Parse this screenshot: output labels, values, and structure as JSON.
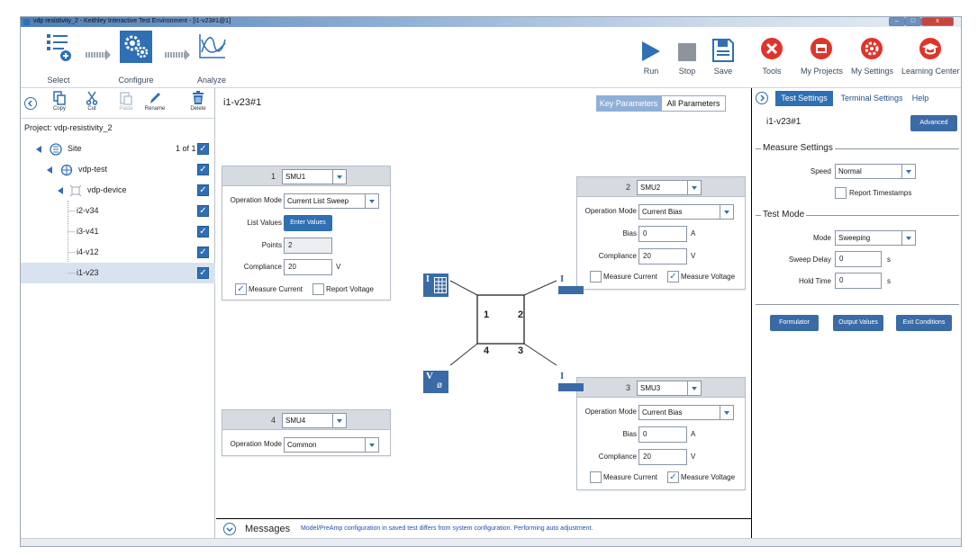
{
  "window": {
    "title": "vdp resistivity_2 - Keithley Interactive Test Environment - [i1-v23#1@1]",
    "min": "–",
    "max": "□",
    "close": "x"
  },
  "toolbar": {
    "select": "Select",
    "configure": "Configure",
    "analyze": "Analyze",
    "run": "Run",
    "stop": "Stop",
    "save": "Save",
    "tools": "Tools",
    "my_projects": "My Projects",
    "my_settings": "My Settings",
    "learning_center": "Learning Center"
  },
  "edit_tools": {
    "copy": "Copy",
    "cut": "Cut",
    "paste": "Paste",
    "rename": "Rename",
    "delete": "Delete"
  },
  "project": {
    "label": "Project: vdp-resistivity_2",
    "site": {
      "label": "Site",
      "count": "1 of 1"
    },
    "device_group": "vdp-test",
    "device": "vdp-device",
    "tests": [
      "i2-v34",
      "i3-v41",
      "i4-v12",
      "i1-v23"
    ]
  },
  "center": {
    "title": "i1-v23#1",
    "tab_key": "Key Parameters",
    "tab_all": "All Parameters",
    "smu1": {
      "num": "1",
      "instrument": "SMU1",
      "mode_label": "Operation Mode",
      "mode": "Current List Sweep",
      "list_label": "List Values",
      "enter_values": "Enter Values",
      "points_label": "Points",
      "points": "2",
      "compliance_label": "Compliance",
      "compliance": "20",
      "unit": "V",
      "measure_current": "Measure Current",
      "report_voltage": "Report Voltage"
    },
    "smu2": {
      "num": "2",
      "instrument": "SMU2",
      "mode_label": "Operation Mode",
      "mode": "Current Bias",
      "bias_label": "Bias",
      "bias": "0",
      "bias_unit": "A",
      "compliance_label": "Compliance",
      "compliance": "20",
      "unit": "V",
      "measure_current": "Measure Current",
      "measure_voltage": "Measure Voltage"
    },
    "smu3": {
      "num": "3",
      "instrument": "SMU3",
      "mode_label": "Operation Mode",
      "mode": "Current Bias",
      "bias_label": "Bias",
      "bias": "0",
      "bias_unit": "A",
      "compliance_label": "Compliance",
      "compliance": "20",
      "unit": "V",
      "measure_current": "Measure Current",
      "measure_voltage": "Measure Voltage"
    },
    "smu4": {
      "num": "4",
      "instrument": "SMU4",
      "mode_label": "Operation Mode",
      "mode": "Common"
    },
    "device": {
      "n1": "1",
      "n2": "2",
      "n3": "3",
      "n4": "4"
    },
    "term_i": "I",
    "term_v": "V",
    "term_v_sub": "ø"
  },
  "messages": {
    "title": "Messages",
    "text": "Model/PreAmp configuration in saved test differs from system configuration. Performing auto adjustment."
  },
  "right": {
    "tabs": [
      "Test Settings",
      "Terminal Settings",
      "Help"
    ],
    "title": "i1-v23#1",
    "advanced": "Advanced",
    "measure_settings": "Measure Settings",
    "speed_label": "Speed",
    "speed": "Normal",
    "report_timestamps": "Report Timestamps",
    "test_mode": "Test Mode",
    "mode_label": "Mode",
    "mode": "Sweeping",
    "sweep_delay_label": "Sweep Delay",
    "sweep_delay": "0",
    "sweep_delay_unit": "s",
    "hold_time_label": "Hold Time",
    "hold_time": "0",
    "hold_time_unit": "s",
    "formulator": "Formulator",
    "output_values": "Output Values",
    "exit_conditions": "Exit Conditions"
  }
}
